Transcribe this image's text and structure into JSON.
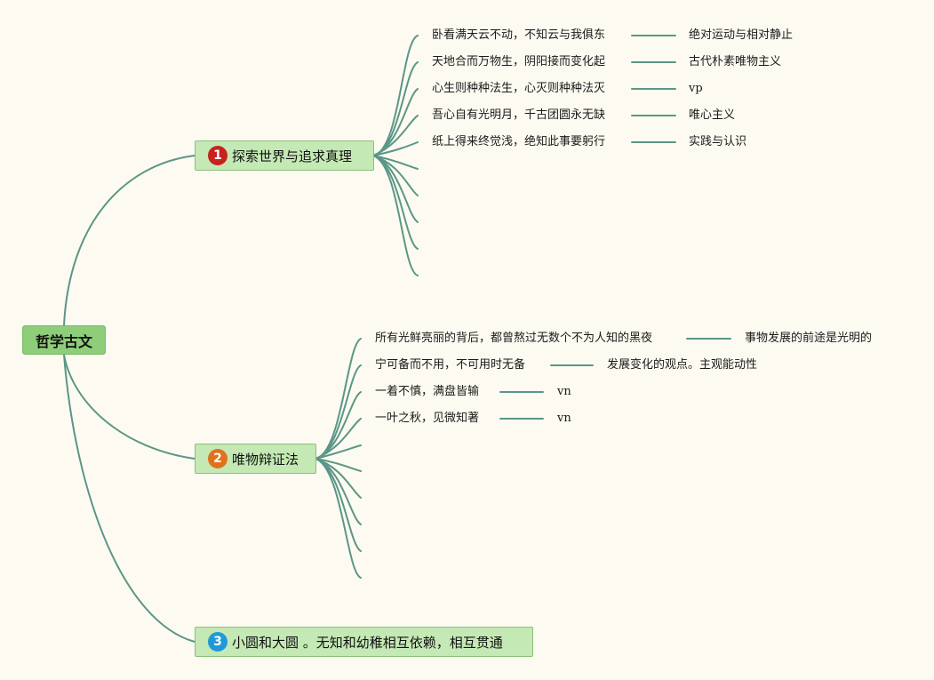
{
  "root": {
    "label": "哲学古文"
  },
  "branches": [
    {
      "number": "1",
      "badge_color": "#c8221c",
      "label": "探索世界与追求真理",
      "children": [
        {
          "text": "卧看满天云不动，不知云与我俱东",
          "note": "绝对运动与相对静止"
        },
        {
          "text": "天地合而万物生，阴阳接而变化起",
          "note": "古代朴素唯物主义"
        },
        {
          "text": "心生则种种法生，心灭则种种法灭",
          "note": "vp"
        },
        {
          "text": "吾心自有光明月，千古团圆永无缺",
          "note": "唯心主义"
        },
        {
          "text": "纸上得来终觉浅，绝知此事要躬行",
          "note": "实践与认识"
        }
      ]
    },
    {
      "number": "2",
      "badge_color": "#e0721c",
      "label": "唯物辩证法",
      "children": [
        {
          "text": "所有光鲜亮丽的背后，都曾熬过无数个不为人知的黑夜",
          "note": "事物发展的前途是光明的"
        },
        {
          "text": "宁可备而不用，不可用时无备",
          "note": "发展变化的观点。主观能动性"
        },
        {
          "text": "一着不慎，满盘皆输",
          "note": "vn"
        },
        {
          "text": "一叶之秋，见微知著",
          "note": "vn"
        }
      ]
    },
    {
      "number": "3",
      "badge_color": "#1f9ad8",
      "label": "小圆和大圆 。无知和幼稚相互依赖，相互贯通",
      "children": []
    }
  ]
}
